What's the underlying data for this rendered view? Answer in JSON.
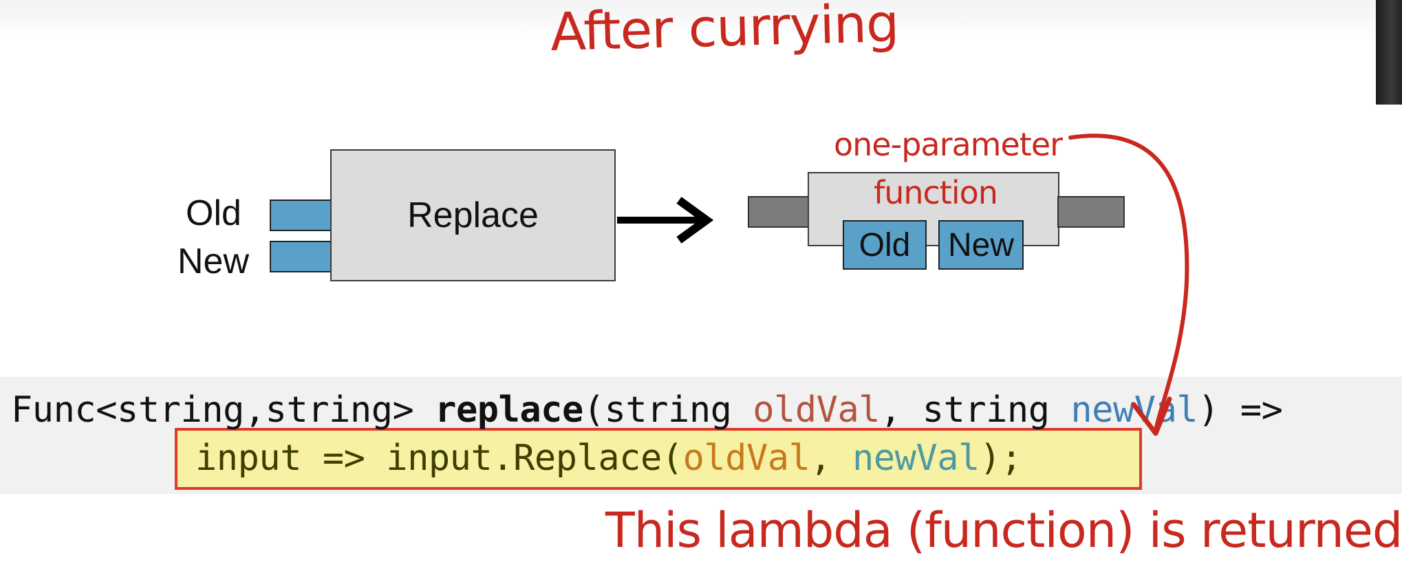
{
  "title": "After currying",
  "diagram": {
    "before": {
      "box_label": "Replace",
      "input_labels": [
        "Old",
        "New"
      ]
    },
    "after": {
      "annotation_line1": "one-parameter",
      "annotation_line2": "function",
      "inner_labels": [
        "Old",
        "New"
      ]
    }
  },
  "code": {
    "line1": {
      "prefix": "Func<string,string> ",
      "method": "replace",
      "open": "(string ",
      "param1": "oldVal",
      "middle": ", string ",
      "param2": "newVal",
      "suffix": ") =>"
    },
    "line2": {
      "prefix": "input => input.Replace(",
      "arg1": "oldVal",
      "sep": ", ",
      "arg2": "newVal",
      "suffix": ");"
    }
  },
  "bottom_note": "This lambda (function) is returned",
  "colors": {
    "annotation": "#c8281e",
    "highlight_fill": "#f7f1a3",
    "highlight_border": "#e0382a",
    "input_blue": "#5aa1c9",
    "box_grey": "#dcdcdc"
  }
}
